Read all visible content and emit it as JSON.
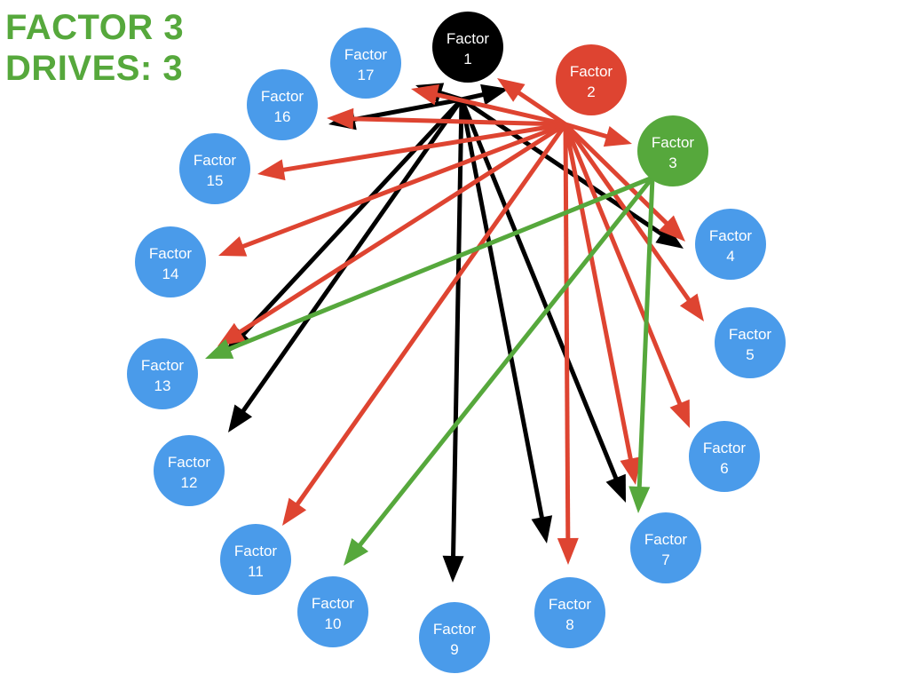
{
  "headline": {
    "line1": "FACTOR 3",
    "line2": "DRIVES: 3"
  },
  "colors": {
    "headline": "#56a83c",
    "default_node": "#4a9bea",
    "node_text": "#ffffff",
    "factor1": "#000000",
    "factor2": "#de4431",
    "factor3": "#56a83c",
    "edge_factor1": "#000000",
    "edge_factor2": "#de4431",
    "edge_factor3": "#56a83c"
  },
  "nodes": [
    {
      "id": 1,
      "line1": "Factor",
      "line2": "1"
    },
    {
      "id": 2,
      "line1": "Factor",
      "line2": "2"
    },
    {
      "id": 3,
      "line1": "Factor",
      "line2": "3"
    },
    {
      "id": 4,
      "line1": "Factor",
      "line2": "4"
    },
    {
      "id": 5,
      "line1": "Factor",
      "line2": "5"
    },
    {
      "id": 6,
      "line1": "Factor",
      "line2": "6"
    },
    {
      "id": 7,
      "line1": "Factor",
      "line2": "7"
    },
    {
      "id": 8,
      "line1": "Factor",
      "line2": "8"
    },
    {
      "id": 9,
      "line1": "Factor",
      "line2": "9"
    },
    {
      "id": 10,
      "line1": "Factor",
      "line2": "10"
    },
    {
      "id": 11,
      "line1": "Factor",
      "line2": "11"
    },
    {
      "id": 12,
      "line1": "Factor",
      "line2": "12"
    },
    {
      "id": 13,
      "line1": "Factor",
      "line2": "13"
    },
    {
      "id": 14,
      "line1": "Factor",
      "line2": "14"
    },
    {
      "id": 15,
      "line1": "Factor",
      "line2": "15"
    },
    {
      "id": 16,
      "line1": "Factor",
      "line2": "16"
    },
    {
      "id": 17,
      "line1": "Factor",
      "line2": "17"
    }
  ],
  "edges": [
    {
      "from": 1,
      "to": 17
    },
    {
      "from": 1,
      "to": 16
    },
    {
      "from": 1,
      "to": 13
    },
    {
      "from": 1,
      "to": 12
    },
    {
      "from": 1,
      "to": 9
    },
    {
      "from": 1,
      "to": 8
    },
    {
      "from": 1,
      "to": 7
    },
    {
      "from": 1,
      "to": 4
    },
    {
      "from": 1,
      "to": 2
    },
    {
      "from": 2,
      "to": 1
    },
    {
      "from": 2,
      "to": 17
    },
    {
      "from": 2,
      "to": 16
    },
    {
      "from": 2,
      "to": 15
    },
    {
      "from": 2,
      "to": 14
    },
    {
      "from": 2,
      "to": 13
    },
    {
      "from": 2,
      "to": 11
    },
    {
      "from": 2,
      "to": 8
    },
    {
      "from": 2,
      "to": 7
    },
    {
      "from": 2,
      "to": 6
    },
    {
      "from": 2,
      "to": 5
    },
    {
      "from": 2,
      "to": 4
    },
    {
      "from": 2,
      "to": 3
    },
    {
      "from": 3,
      "to": 13
    },
    {
      "from": 3,
      "to": 10
    },
    {
      "from": 3,
      "to": 7
    }
  ]
}
